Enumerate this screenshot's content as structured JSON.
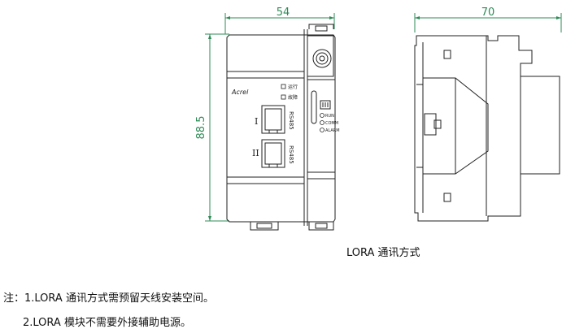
{
  "dimensions": {
    "front_width": "54",
    "side_width": "70",
    "height": "88.5"
  },
  "device": {
    "brand": "Acrel",
    "port_1_roman": "I",
    "port_2_roman": "II",
    "port_label": "RS485",
    "indicator_1": "运行",
    "indicator_2": "故障",
    "led_run": "RUN",
    "led_comm": "COMM",
    "led_alarm": "ALARM"
  },
  "caption": "LORA 通讯方式",
  "notes": {
    "line1": "注：1.LORA 通讯方式需预留天线安装空间。",
    "line2": "2.LORA 模块不需要外接辅助电源。"
  },
  "colors": {
    "dimension_line": "#2e8b57",
    "outline": "#222222"
  }
}
